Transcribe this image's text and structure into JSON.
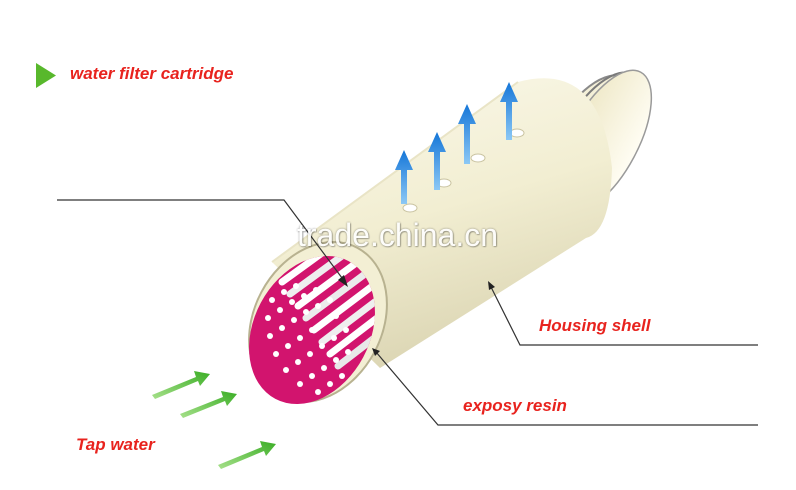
{
  "title": "water filter cartridge",
  "labels": {
    "housing": "Housing shell",
    "resin": "exposy resin",
    "tap": "Tap water"
  },
  "watermark": "trade.china.cn",
  "colors": {
    "title_red": "#e8231e",
    "marker_green": "#58b82c",
    "arrow_blue": "#1f8ee6",
    "shell_cream": "#f3efd4",
    "resin_magenta": "#d2146e",
    "flow_green": "#58c13c"
  },
  "icons": [
    "play-triangle-icon",
    "up-arrow-icon",
    "flow-arrow-icon"
  ]
}
